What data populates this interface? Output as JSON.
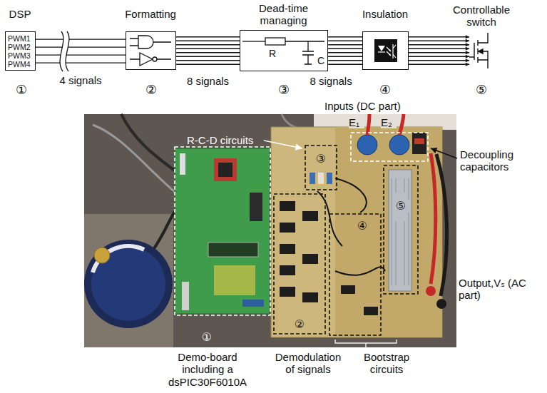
{
  "diagram": {
    "nodes": [
      {
        "text": [
          "DSP",
          "PWM1",
          "PWM2",
          "PWM3",
          "PWM4"
        ]
      },
      {
        "text": [
          "Formatting"
        ]
      },
      {
        "text": [
          "Dead-time managing",
          "R",
          "C"
        ]
      },
      {
        "text": [
          "Insulation"
        ]
      },
      {
        "text": [
          "Controllable switch"
        ]
      }
    ],
    "edges": [
      {
        "from": 0,
        "to": 1,
        "arrow": "none",
        "label": "4 signals"
      },
      {
        "from": 1,
        "to": 2,
        "arrow": "none",
        "label": "8 signals"
      },
      {
        "from": 2,
        "to": 3,
        "arrow": "none",
        "label": "8 signals"
      },
      {
        "from": 3,
        "to": 4,
        "arrow": "to"
      }
    ],
    "labels": [
      "①",
      "②",
      "③",
      "④",
      "⑤",
      "Inputs (DC part)",
      "E₁",
      "E₂",
      "R-C-D circuits",
      "Decoupling capacitors",
      "③",
      "④",
      "⑤",
      "Output,Vₛ (AC part)",
      "①",
      "②",
      "Demo-board including a dsPIC30F6010A",
      "Demodulation of signals",
      "Bootstrap circuits"
    ]
  }
}
